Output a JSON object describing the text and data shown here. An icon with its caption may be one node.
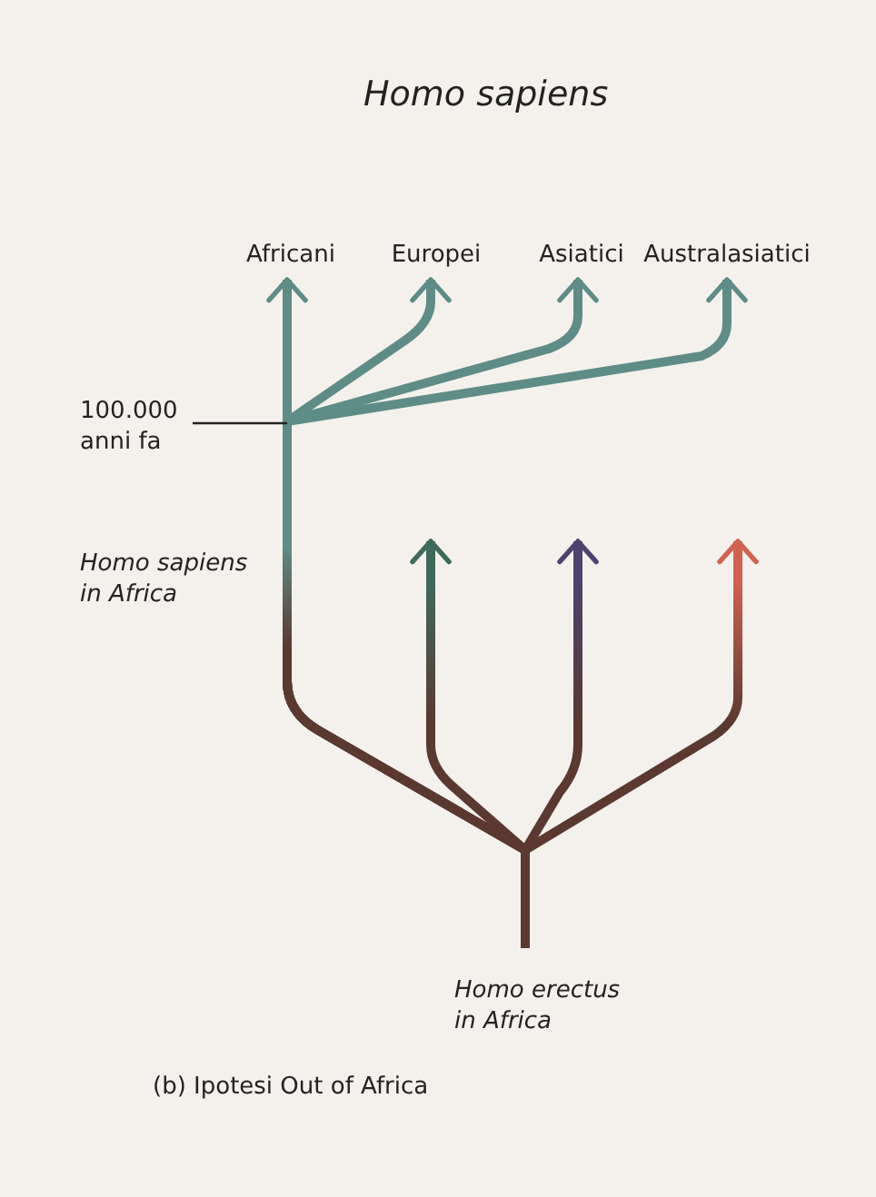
{
  "diagram": {
    "title": "Homo sapiens",
    "caption": "(b) Ipotesi Out of Africa",
    "nodes": [
      {
        "text": [
          "Homo erectus in Africa"
        ]
      },
      {
        "text": [
          "Africani"
        ]
      },
      {
        "text": [
          "Europei"
        ]
      },
      {
        "text": [
          "Asiatici"
        ]
      },
      {
        "text": [
          "Australasiatici"
        ]
      },
      {
        "text": [
          "100.000 anni fa"
        ]
      }
    ],
    "edges": [
      {
        "from": 0,
        "to": 1,
        "arrow": "to",
        "color": "#5e8c86"
      },
      {
        "from": 0,
        "to": 2,
        "arrow": "to",
        "color": "#5e8c86"
      },
      {
        "from": 0,
        "to": 3,
        "arrow": "to",
        "color": "#5e8c86"
      },
      {
        "from": 0,
        "to": 4,
        "arrow": "to",
        "color": "#5e8c86"
      },
      {
        "from": 0,
        "to": null,
        "arrow": "to",
        "color": "#3e6a5c"
      },
      {
        "from": 0,
        "to": null,
        "arrow": "to",
        "color": "#4d4270"
      },
      {
        "from": 0,
        "to": null,
        "arrow": "to",
        "color": "#d0624e"
      },
      {
        "from": 5,
        "to": null,
        "arrow": "none",
        "color": "#222222"
      }
    ],
    "labels": [
      "Homo sapiens in Africa"
    ]
  }
}
